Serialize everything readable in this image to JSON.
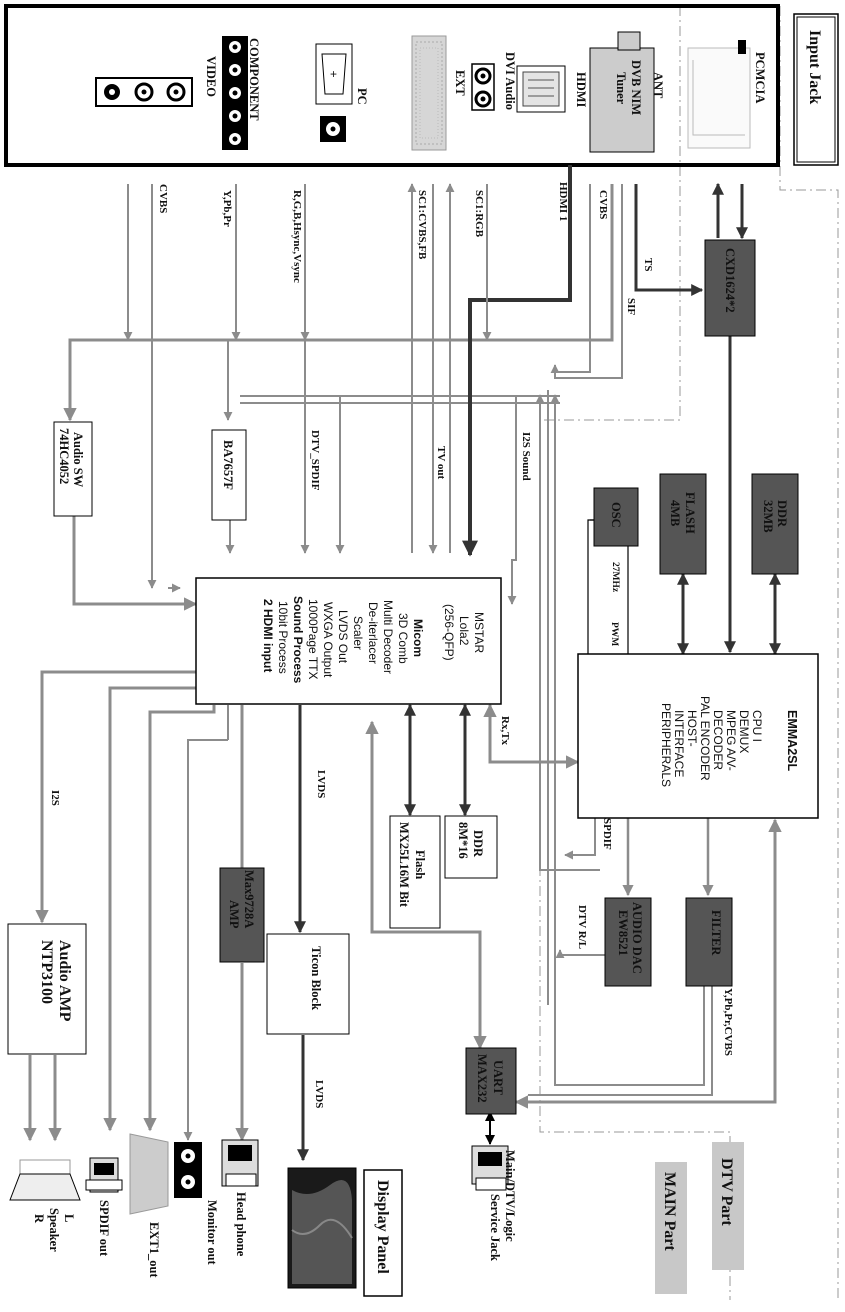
{
  "title": "Input Jack",
  "parts": {
    "dtv": "DTV Part",
    "main": "MAIN Part"
  },
  "connectors": {
    "pcmcia": "PCMCIA",
    "ant": "ANT",
    "tuner": [
      "DVB NIM",
      "Tuner"
    ],
    "hdmi": "HDMI",
    "dvi_audio": "DVI Audio",
    "ext": "EXT",
    "pc": "PC",
    "component": "COMPONENT",
    "video": "VIDEO"
  },
  "signals": {
    "hdmi1": "HDMI 1",
    "cvbs_tuner": "CVBS",
    "sc1_rgb": "SC1:RGB",
    "sc1_cvbs": "SC1:CVBS,FB",
    "rgb_sync": "R,G,B,Hsync,Vsync",
    "ypbpr": "Y,Pb,Pr",
    "cvbs_video": "CVBS",
    "ts": "TS",
    "sif": "SIF",
    "i2s_sound": "I2S Sound",
    "tv_out": "TV out",
    "dtv_spdif": "DTV_SPDIF",
    "mhz27": "27MHz",
    "pwm": "PWM",
    "rxtx": "Rx,Tx",
    "spdif": "SPDIF",
    "dtv_rl": "DTV R/L",
    "ypbpr_cvbs": "Y,Pb,Pr,CVBS",
    "lvds1": "LVDS",
    "lvds2": "LVDS",
    "i2s": "I2S"
  },
  "blocks": {
    "cxd": "CXD1624*2",
    "ddr32": [
      "DDR",
      "32MB"
    ],
    "flash4": [
      "FLASH",
      "4MB"
    ],
    "osc": "OSC",
    "emma_title": "EMMA2SL",
    "emma_lines": [
      "CPU I",
      "DEMUX",
      "MPEG A/V-",
      "DECODER",
      "PAL ENCODER",
      "HOST-",
      "INTERFACE",
      "PERIPHERALS"
    ],
    "filter": "FILTER",
    "audio_dac": [
      "AUDIO DAC",
      "EW8521"
    ],
    "uart": [
      "UART",
      "MAX232"
    ],
    "mstar_lines": [
      "MSTAR",
      "Lola2",
      "(256-QFP)"
    ],
    "micom_title": "Micom",
    "micom_lines": [
      "3D Comb",
      "Multi Decoder",
      "De-iterlacer",
      "Scaler",
      "LVDS Out",
      "WXGA Output",
      "1000Page TTX"
    ],
    "sound_process": "Sound Process",
    "bit_process": "10bit Process",
    "hdmi_input": "2 HDMI input",
    "ddr816": [
      "DDR",
      "8M*16"
    ],
    "flash_mx": [
      "Flash",
      "MX25L16M Bit"
    ],
    "audio_sw": [
      "Audio SW",
      "74HC4052"
    ],
    "ba": "BA7657F",
    "max_amp": [
      "Max9728A",
      "AMP"
    ],
    "ticon": "Ticon Block",
    "audio_amp": [
      "Audio AMP",
      "NTP3100"
    ]
  },
  "outputs": {
    "display": "Display Panel",
    "service": [
      "Main/DTV/Logic",
      "Service Jack"
    ],
    "headphone": "Head phone",
    "monitor": "Monitor out",
    "ext1": "EXT1_out",
    "spdif_out": "SPDIF out",
    "speaker": [
      "L",
      "Speaker",
      "R"
    ]
  }
}
